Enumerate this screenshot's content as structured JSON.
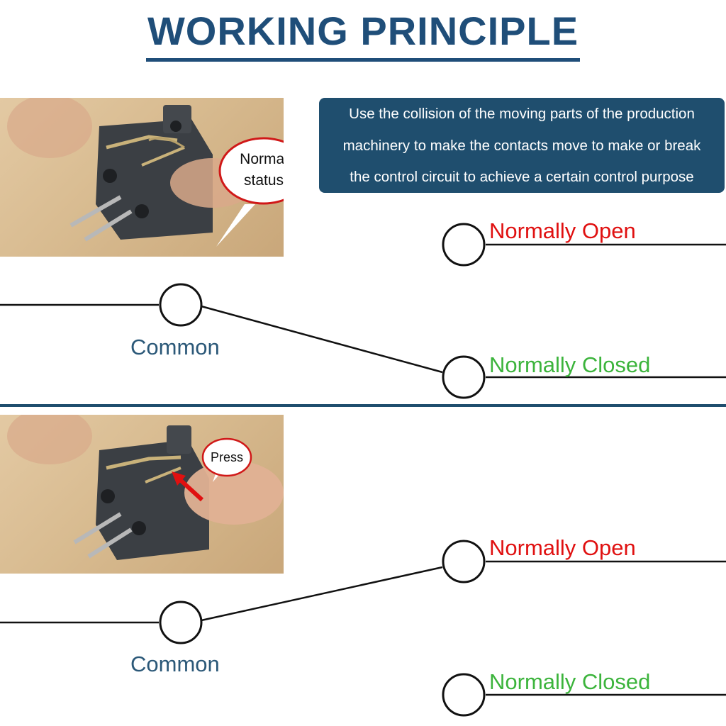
{
  "title": "WORKING PRINCIPLE",
  "description": {
    "lines": [
      "Use the collision of the moving parts of the production",
      "machinery to make the contacts move to make or break",
      "the control circuit to achieve a certain control purpose"
    ]
  },
  "top_panel": {
    "bubble_text": [
      "Normal",
      "status"
    ],
    "labels": {
      "normally_open": "Normally Open",
      "common": "Common",
      "normally_closed": "Normally Closed"
    }
  },
  "bottom_panel": {
    "bubble_text": "Press",
    "labels": {
      "normally_open": "Normally Open",
      "common": "Common",
      "normally_closed": "Normally Closed"
    }
  },
  "colors": {
    "title": "#1f4e79",
    "panel_bg": "#1f4e6e",
    "normally_open": "#e01010",
    "normally_closed": "#3cb43c",
    "common": "#2b5878",
    "bubble_border": "#d01818"
  }
}
